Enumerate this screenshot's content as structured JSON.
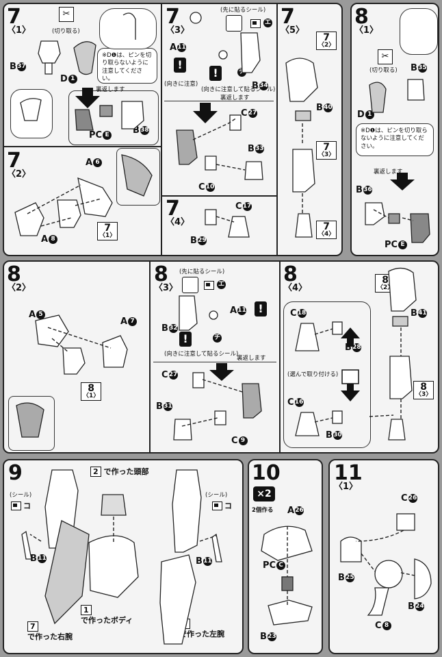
{
  "step_7_1": {
    "num": "7",
    "sub": "〈1〉",
    "cut": "(切り取る)",
    "part_b": "B",
    "b_no": "37",
    "part_d": "D",
    "d_no": "1",
    "note": "※D❶は、ピンを切り取らないように注意してください。",
    "flip": "裏返します",
    "part_b2": "B",
    "b2_no": "38",
    "pc": "PC",
    "pc_no": "E"
  },
  "step_7_2": {
    "num": "7",
    "sub": "〈2〉",
    "a1": "A",
    "a1_no": "6",
    "a2": "A",
    "a2_no": "8",
    "ref_num": "7",
    "ref_sub": "〈1〉"
  },
  "step_7_3": {
    "num": "7",
    "sub": "〈3〉",
    "sticker_first": "(先に貼るシール)",
    "sticker_code1": "エ",
    "a": "A",
    "a_no": "11",
    "caution": "(向きに注意)",
    "caution_sticker": "(向きに注意して貼るシール)",
    "sticker_code2": "チ",
    "b": "B",
    "b_no": "34",
    "flip": "裏返します",
    "c1": "C",
    "c1_no": "27",
    "b2": "B",
    "b2_no": "33",
    "c2": "C",
    "c2_no": "10"
  },
  "step_7_4": {
    "num": "7",
    "sub": "〈4〉",
    "c": "C",
    "c_no": "17",
    "b": "B",
    "b_no": "29"
  },
  "step_7_5": {
    "num": "7",
    "sub": "〈5〉",
    "ref_top_num": "7",
    "ref_top_sub": "〈2〉",
    "b": "B",
    "b_no": "40",
    "ref_mid_num": "7",
    "ref_mid_sub": "〈3〉",
    "ref_bot_num": "7",
    "ref_bot_sub": "〈4〉"
  },
  "step_8_1": {
    "num": "8",
    "sub": "〈1〉",
    "cut": "(切り取る)",
    "b": "B",
    "b_no": "35",
    "d": "D",
    "d_no": "1",
    "note": "※D❶は、ピンを切り取らないように注意してください。",
    "flip": "裏返します",
    "b2": "B",
    "b2_no": "36",
    "pc": "PC",
    "pc_no": "E"
  },
  "step_8_2": {
    "num": "8",
    "sub": "〈2〉",
    "a1": "A",
    "a1_no": "5",
    "a2": "A",
    "a2_no": "7",
    "ref_num": "8",
    "ref_sub": "〈1〉"
  },
  "step_8_3": {
    "num": "8",
    "sub": "〈3〉",
    "sticker_first": "(先に貼るシール)",
    "sticker_code1": "エ",
    "a": "A",
    "a_no": "11",
    "b": "B",
    "b_no": "32",
    "caution_sticker": "(向きに注意して貼るシール)",
    "sticker_code2": "チ",
    "flip": "裏返します",
    "c1": "C",
    "c1_no": "27",
    "b2": "B",
    "b2_no": "31",
    "c2": "C",
    "c2_no": "9"
  },
  "step_8_4": {
    "num": "8",
    "sub": "〈4〉",
    "c1": "C",
    "c1_no": "18",
    "b1": "B",
    "b1_no": "28",
    "choose": "(選んで取り付ける)",
    "c2": "C",
    "c2_no": "16",
    "b2": "B",
    "b2_no": "30",
    "ref_top_num": "8",
    "ref_top_sub": "〈2〉",
    "b": "B",
    "b_no": "41",
    "ref_bot_num": "8",
    "ref_bot_sub": "〈3〉"
  },
  "step_9": {
    "num": "9",
    "head_ref": "2",
    "head_text": "で作った頭部",
    "seal": "(シール)",
    "seal_code": "コ",
    "b": "B",
    "b_no": "11",
    "body_ref": "1",
    "body_text": "で作ったボディ",
    "right_arm_ref": "7",
    "right_arm_text": "で作った右腕",
    "left_arm_ref": "8",
    "left_arm_text": "で作った左腕"
  },
  "step_10": {
    "num": "10",
    "mult": "×2",
    "make_two": "2個作る",
    "a": "A",
    "a_no": "26",
    "pc": "PC",
    "pc_no": "C",
    "b": "B",
    "b_no": "23"
  },
  "step_11": {
    "num": "11",
    "sub": "〈1〉",
    "c1": "C",
    "c1_no": "26",
    "b1": "B",
    "b1_no": "25",
    "b2": "B",
    "b2_no": "24",
    "c2": "C",
    "c2_no": "8"
  }
}
